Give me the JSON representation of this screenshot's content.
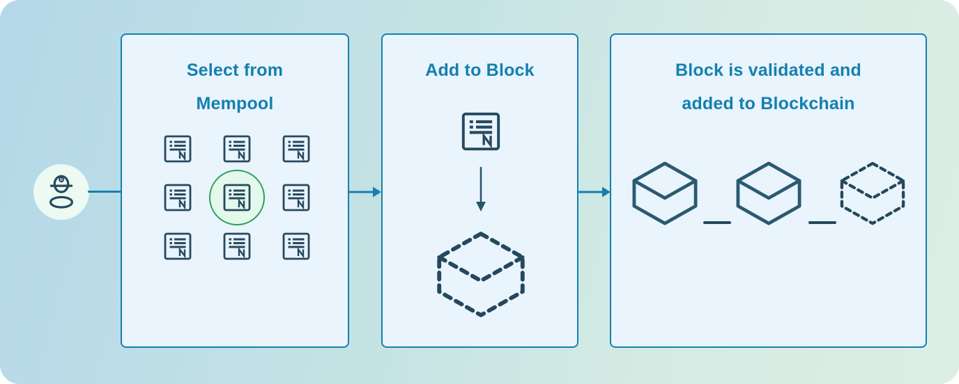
{
  "colors": {
    "accent_teal": "#1480ae",
    "panel_fill": "#e9f4fd",
    "title_text": "#1480ae",
    "icon_stroke": "#26495e",
    "cube_stroke": "#2a5a70",
    "highlight_green": "#29a05b",
    "highlight_green_fill": "#e4f8ec",
    "miner_circle_fill": "#ecfaf2",
    "background_gradient": [
      "#b4d8e9",
      "#ddeee5"
    ]
  },
  "miner": {
    "icon": "miner-icon"
  },
  "flow": {
    "arrow_1": "arrow-right-icon",
    "arrow_2": "arrow-right-icon"
  },
  "panels": [
    {
      "id": "mempool",
      "title_lines": [
        "Select from",
        "Mempool"
      ],
      "transactions": {
        "count": 9,
        "icon": "transaction-icon",
        "selected_position": "center",
        "selection_marker": "green-circle"
      }
    },
    {
      "id": "add-to-block",
      "title_lines": [
        "Add to Block"
      ],
      "transaction_icon": "transaction-icon",
      "arrow": "arrow-down-icon",
      "pending_block_icon": "dashed-cube-icon"
    },
    {
      "id": "blockchain",
      "title_lines": [
        "Block is validated and",
        "added to Blockchain"
      ],
      "blocks": [
        {
          "icon": "cube-icon",
          "style": "solid"
        },
        {
          "icon": "cube-icon",
          "style": "solid"
        },
        {
          "icon": "dashed-cube-icon",
          "style": "dashed"
        }
      ]
    }
  ]
}
